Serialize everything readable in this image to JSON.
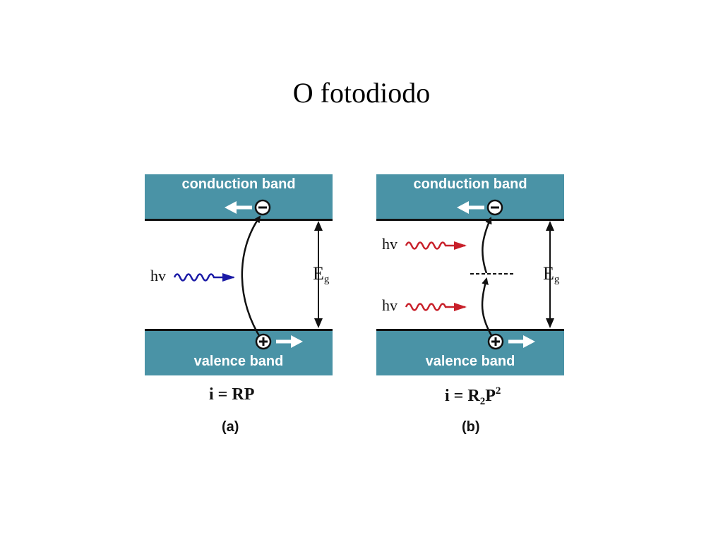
{
  "title": "O fotodiodo",
  "panels": [
    {
      "conduction_label": "conduction band",
      "valence_label": "valence band",
      "photon_label": "hv",
      "photon_color": "#1a1aa6",
      "gap_label": "E",
      "gap_subscript": "g",
      "equation": {
        "lhs": "i",
        "eq": "=",
        "r": "R",
        "p": "P"
      },
      "caption": "(a)"
    },
    {
      "conduction_label": "conduction band",
      "valence_label": "valence band",
      "photon_label_1": "hv",
      "photon_label_2": "hv",
      "photon_color": "#c8202a",
      "gap_label": "E",
      "gap_subscript": "g",
      "equation": {
        "lhs": "i",
        "eq": "=",
        "r": "R",
        "r_sub": "2",
        "p": "P",
        "p_sup": "2"
      },
      "caption": "(b)"
    }
  ],
  "colors": {
    "band": "#4a93a6",
    "line": "#111111",
    "hole_arrow": "#ffffff"
  },
  "icons": [
    "electron-icon",
    "hole-icon",
    "photon-wave-icon",
    "gap-arrow-icon"
  ]
}
